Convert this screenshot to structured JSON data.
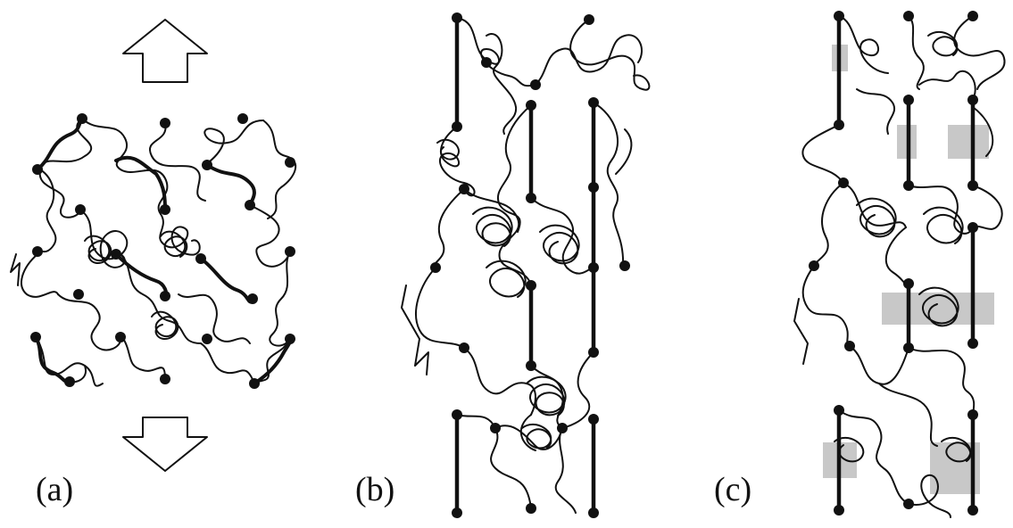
{
  "figure": {
    "panels": [
      {
        "id": "a",
        "label": "(a)",
        "state": "unstretched network",
        "arrows": [
          "up-arrow",
          "down-arrow"
        ]
      },
      {
        "id": "b",
        "label": "(b)",
        "state": "stretched network with taut chain segments"
      },
      {
        "id": "c",
        "label": "(c)",
        "state": "stretched network with aligned (shaded) regions"
      }
    ],
    "colors": {
      "line": "#111111",
      "node": "#111111",
      "shade": "#c8c8c8",
      "arrow_fill": "#ffffff"
    }
  }
}
